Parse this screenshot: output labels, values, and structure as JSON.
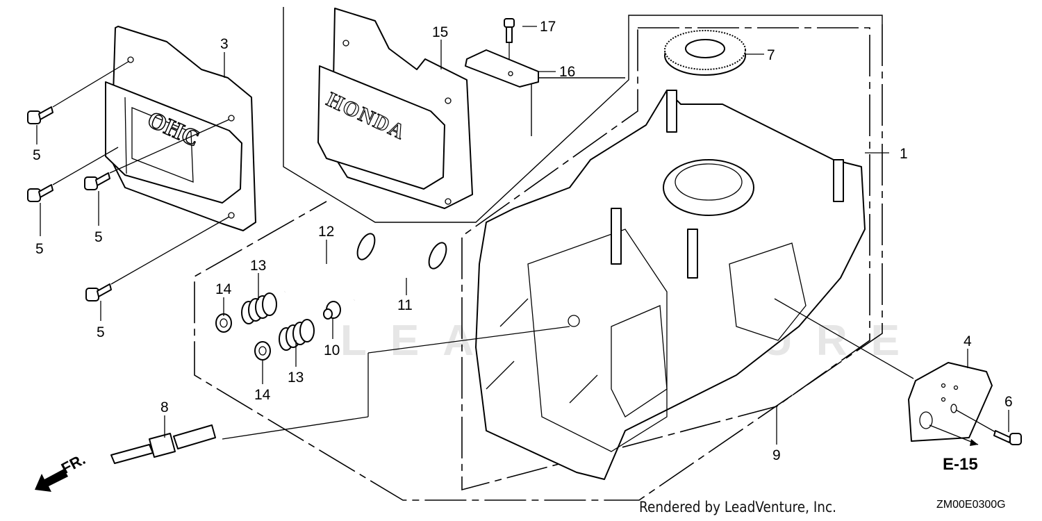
{
  "diagram": {
    "title": "Cylinder Head / Cylinder Barrel exploded parts diagram",
    "brand_text_on_cover": "HONDA",
    "ohc_text_on_cover": "OHC",
    "watermark": "LEADVENTURE",
    "credit": "Rendered by LeadVenture, Inc.",
    "diagram_code": "ZM00E0300G",
    "reference_label": "E-15",
    "front_indicator": "FR.",
    "callouts": [
      {
        "id": "c1",
        "label": "1",
        "part": "cylinder-barrel-assembly"
      },
      {
        "id": "c3",
        "label": "3",
        "part": "head-cover-ohc"
      },
      {
        "id": "c4",
        "label": "4",
        "part": "gasket-plate"
      },
      {
        "id": "c5a",
        "label": "5",
        "part": "flange-bolt"
      },
      {
        "id": "c5b",
        "label": "5",
        "part": "flange-bolt"
      },
      {
        "id": "c5c",
        "label": "5",
        "part": "flange-bolt"
      },
      {
        "id": "c5d",
        "label": "5",
        "part": "flange-bolt"
      },
      {
        "id": "c6",
        "label": "6",
        "part": "flange-bolt"
      },
      {
        "id": "c7",
        "label": "7",
        "part": "oil-seal"
      },
      {
        "id": "c8",
        "label": "8",
        "part": "spark-plug"
      },
      {
        "id": "c9",
        "label": "9",
        "part": "cylinder-barrel"
      },
      {
        "id": "c10",
        "label": "10",
        "part": "valve-stem-seal"
      },
      {
        "id": "c11",
        "label": "11",
        "part": "exhaust-valve"
      },
      {
        "id": "c12",
        "label": "12",
        "part": "intake-valve"
      },
      {
        "id": "c13a",
        "label": "13",
        "part": "valve-spring"
      },
      {
        "id": "c13b",
        "label": "13",
        "part": "valve-spring"
      },
      {
        "id": "c14a",
        "label": "14",
        "part": "valve-spring-retainer"
      },
      {
        "id": "c14b",
        "label": "14",
        "part": "valve-spring-retainer"
      },
      {
        "id": "c15",
        "label": "15",
        "part": "head-cover-honda"
      },
      {
        "id": "c16",
        "label": "16",
        "part": "bracket"
      },
      {
        "id": "c17",
        "label": "17",
        "part": "flange-bolt"
      }
    ]
  }
}
